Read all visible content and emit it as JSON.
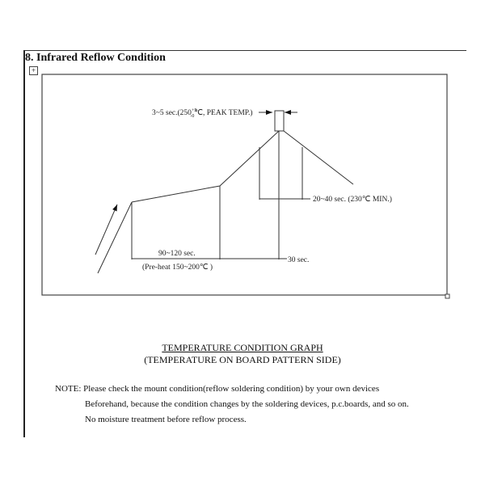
{
  "heading": "8. Infrared Reflow Condition",
  "graph": {
    "peak_label_prefix": "3~5 sec.(250",
    "peak_sup": "+5",
    "peak_sub": "-0",
    "peak_label_suffix": "℃, PEAK TEMP.)",
    "above_label": "20~40 sec. (230℃ MIN.)",
    "preheat_time": "90~120 sec.",
    "preheat_label": "(Pre-heat 150~200℃ )",
    "ramp_label": "30 sec."
  },
  "caption": {
    "title": "TEMPERATURE CONDITION GRAPH",
    "subtitle": "(TEMPERATURE ON BOARD PATTERN SIDE)"
  },
  "note": {
    "line1": "NOTE: Please check the mount condition(reflow soldering condition) by your own devices",
    "line2": "Beforehand, because the condition changes by the soldering devices, p.c.boards, and so on.",
    "line3": "No moisture treatment before reflow process."
  }
}
